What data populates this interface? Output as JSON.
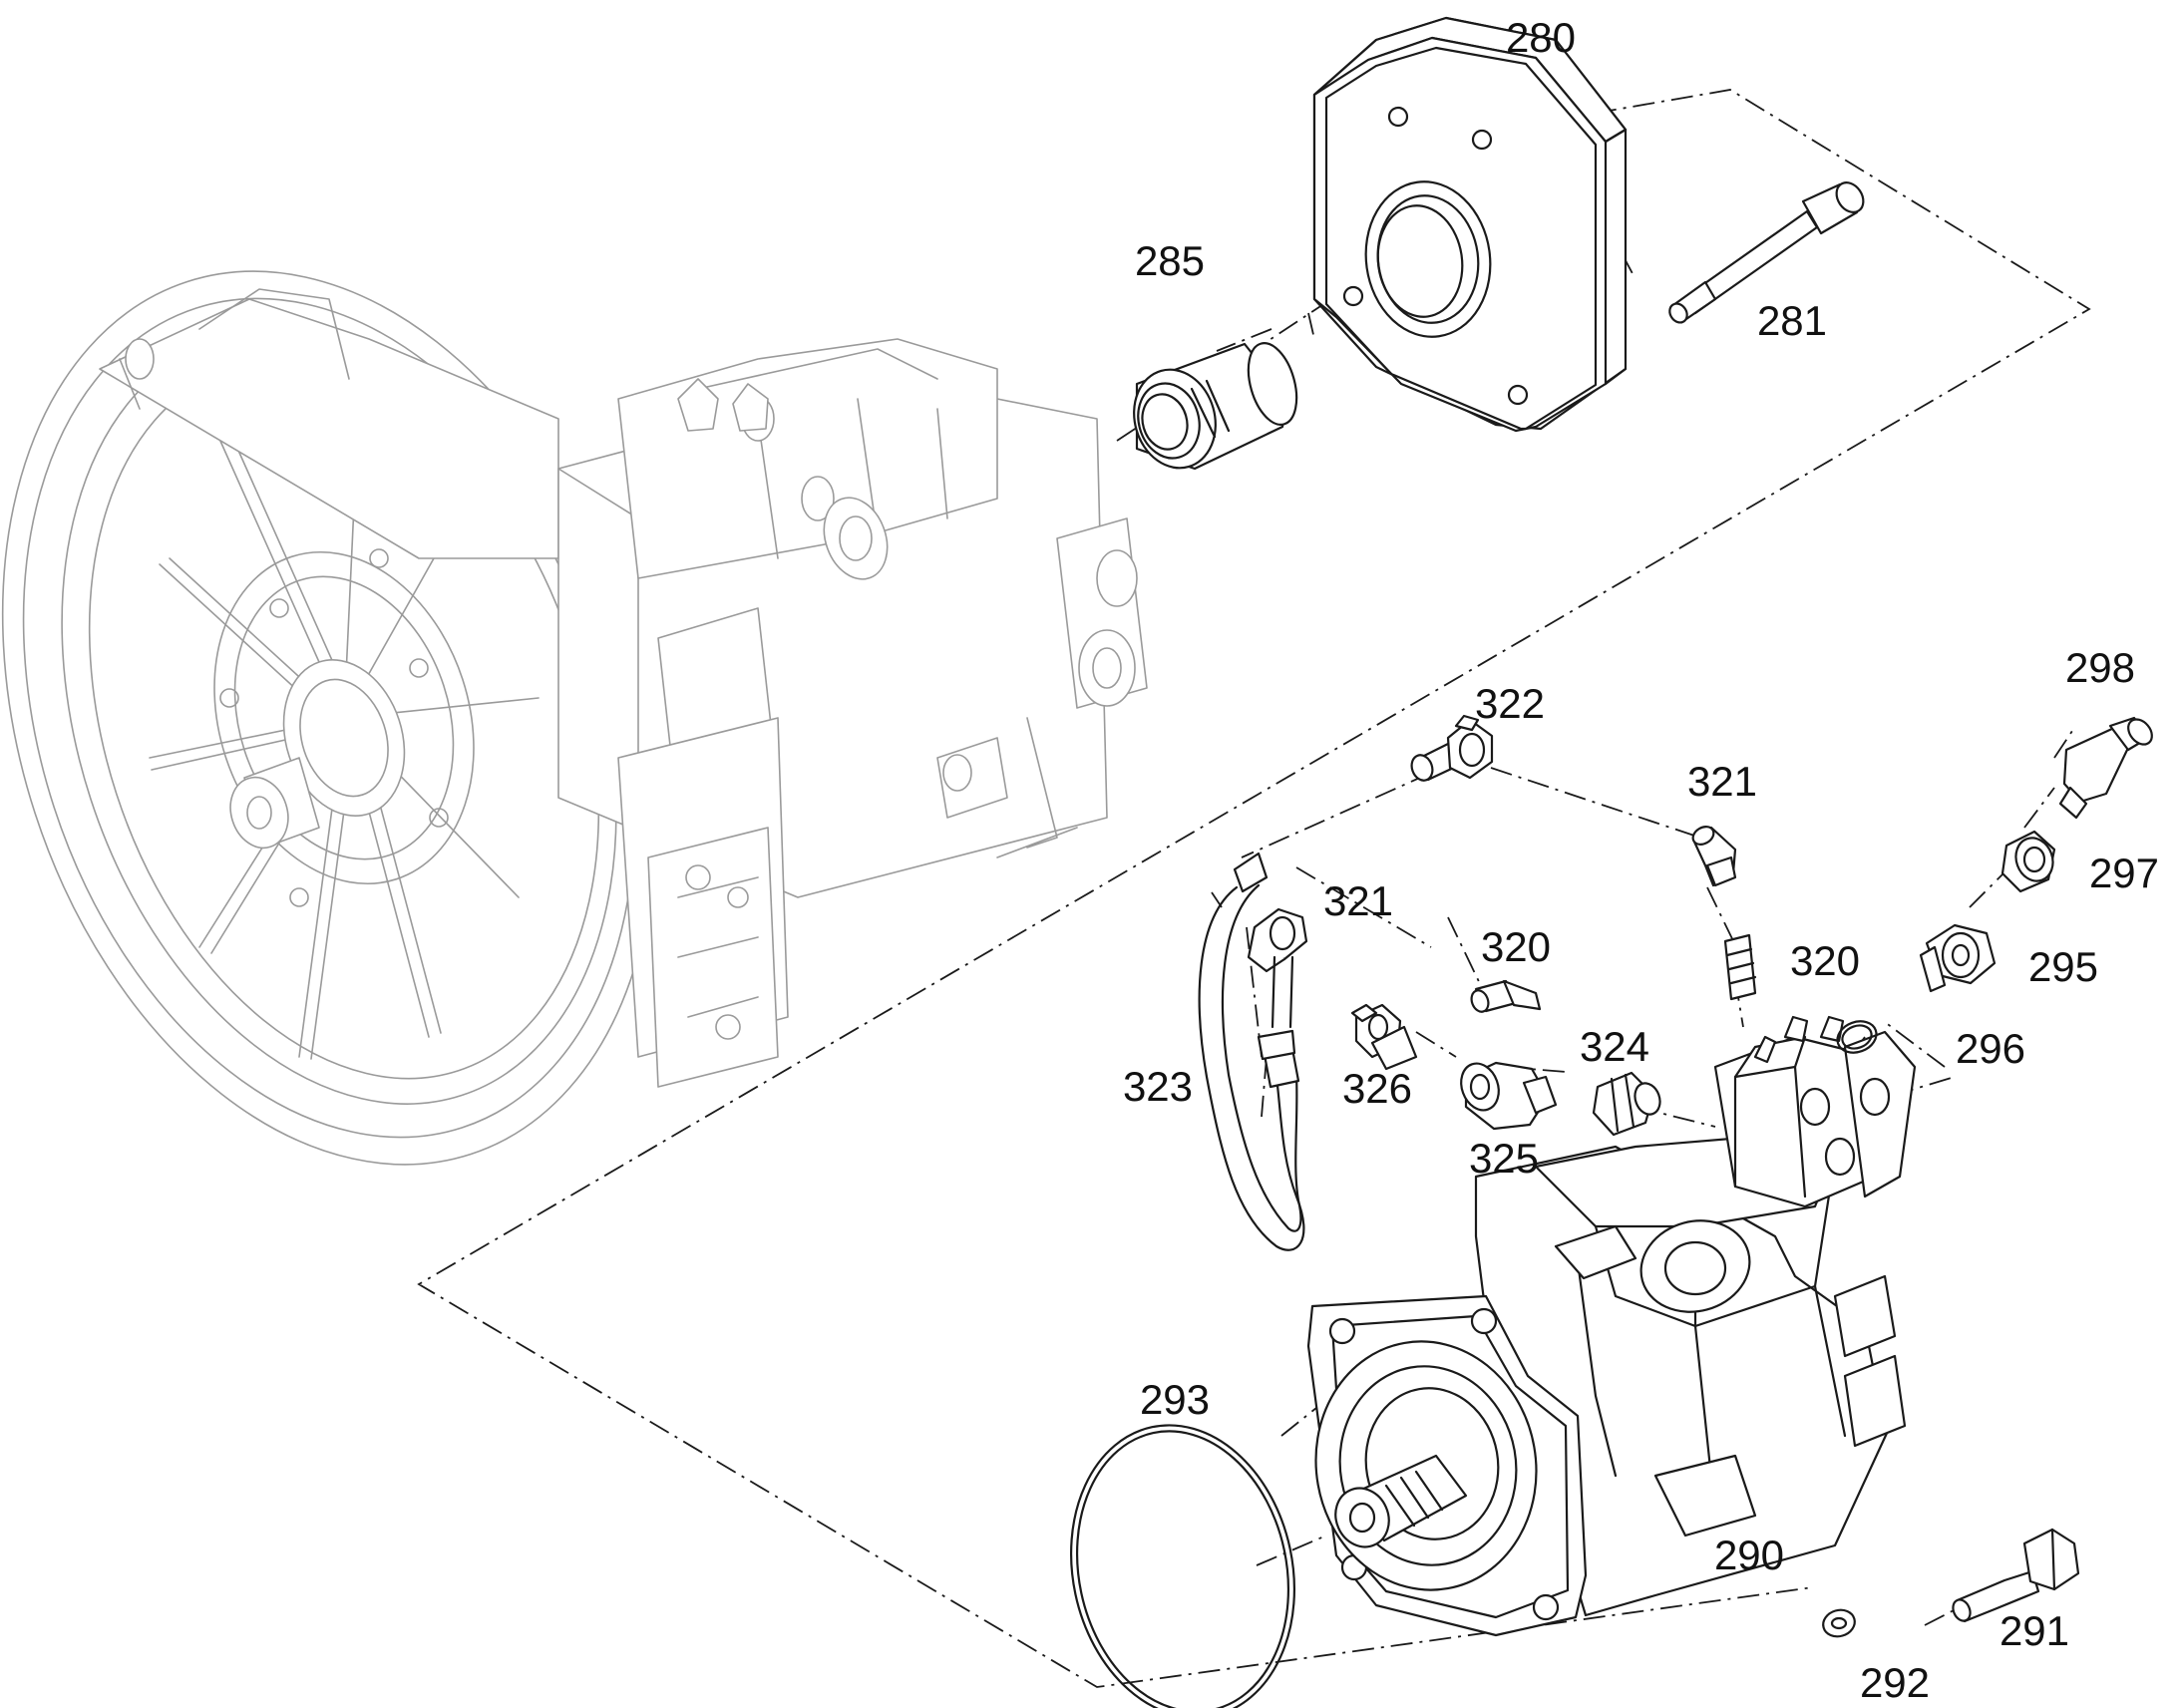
{
  "diagram": {
    "colors": {
      "ink": "#1a1a1a",
      "ghost": "#9a9a9a",
      "paper": "#ffffff"
    },
    "callouts": [
      {
        "id": "280",
        "text": "280"
      },
      {
        "id": "285",
        "text": "285"
      },
      {
        "id": "281",
        "text": "281"
      },
      {
        "id": "298",
        "text": "298"
      },
      {
        "id": "322",
        "text": "322"
      },
      {
        "id": "321a",
        "text": "321"
      },
      {
        "id": "321b",
        "text": "321"
      },
      {
        "id": "297",
        "text": "297"
      },
      {
        "id": "320a",
        "text": "320"
      },
      {
        "id": "320b",
        "text": "320"
      },
      {
        "id": "295",
        "text": "295"
      },
      {
        "id": "324",
        "text": "324"
      },
      {
        "id": "296",
        "text": "296"
      },
      {
        "id": "323",
        "text": "323"
      },
      {
        "id": "326",
        "text": "326"
      },
      {
        "id": "325",
        "text": "325"
      },
      {
        "id": "293",
        "text": "293"
      },
      {
        "id": "290",
        "text": "290"
      },
      {
        "id": "291",
        "text": "291"
      },
      {
        "id": "292",
        "text": "292"
      }
    ]
  }
}
